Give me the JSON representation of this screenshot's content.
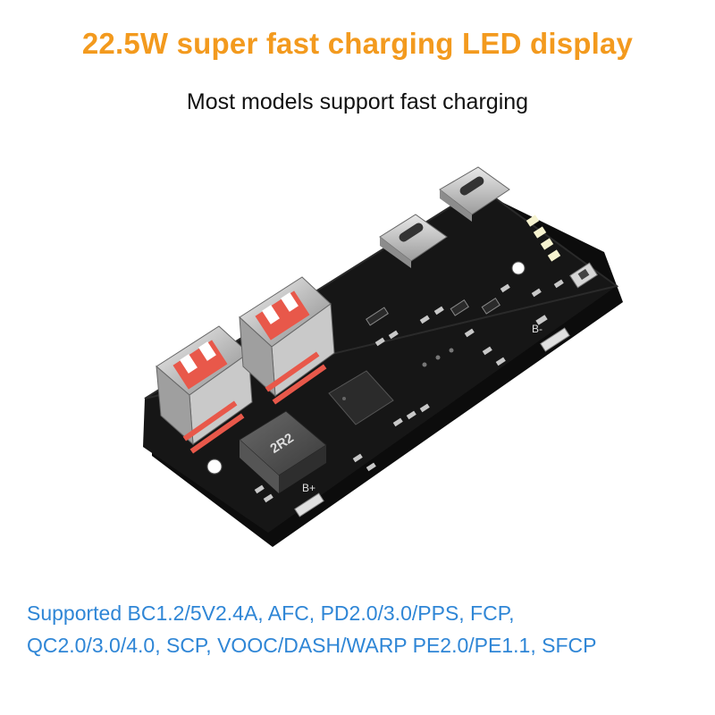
{
  "headline": "22.5W super fast charging LED display",
  "subheadline": "Most models support fast charging",
  "board": {
    "inductor_marking": "2R2",
    "pad_positive": "B+",
    "pad_negative": "B-"
  },
  "protocols": {
    "line1": "Supported BC1.2/5V2.4A, AFC, PD2.0/3.0/PPS, FCP,",
    "line2": "QC2.0/3.0/4.0, SCP, VOOC/DASH/WARP PE2.0/PE1.1, SFCP"
  },
  "colors": {
    "headline": "#f39a1e",
    "protocols": "#2f86d6",
    "pcb": "#141414",
    "usb_a_accent": "#e8584a",
    "led": "#f6f3cf"
  }
}
